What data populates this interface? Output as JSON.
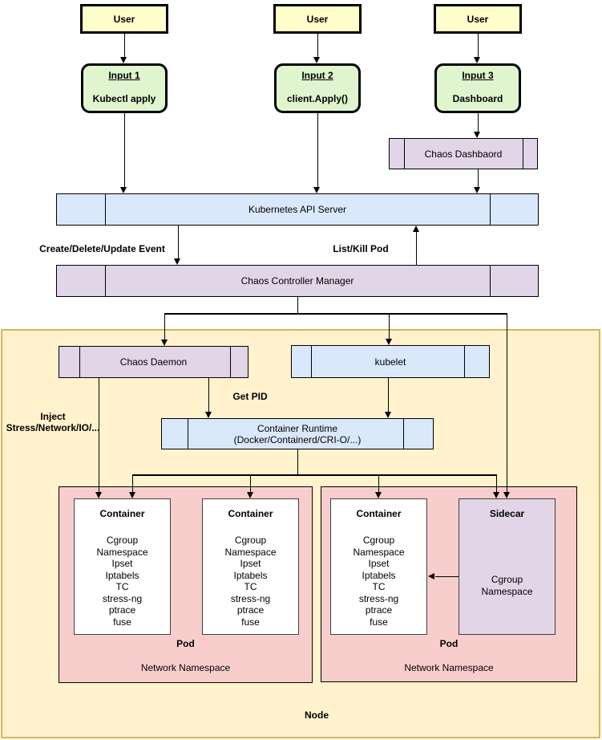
{
  "users": [
    "User",
    "User",
    "User"
  ],
  "inputs": [
    {
      "title": "Input 1",
      "subtitle": "Kubectl apply"
    },
    {
      "title": "Input 2",
      "subtitle": "client.Apply()"
    },
    {
      "title": "Input 3",
      "subtitle": "Dashboard"
    }
  ],
  "nodes": {
    "chaos_dashboard": "Chaos Dashbaord",
    "api_server": "Kubernetes API Server",
    "controller_manager": "Chaos Controller Manager",
    "chaos_daemon": "Chaos Daemon",
    "kubelet": "kubelet",
    "container_runtime_line1": "Container Runtime",
    "container_runtime_line2": "(Docker/Containerd/CRI-O/...)",
    "container_title": "Container",
    "container_items": [
      "Cgroup",
      "Namespace",
      "Ipset",
      "Iptabels",
      "TC",
      "stress-ng",
      "ptrace",
      "fuse"
    ],
    "sidecar_title": "Sidecar",
    "sidecar_items": [
      "Cgroup",
      "Namespace"
    ]
  },
  "edge_labels": {
    "create_delete_update": "Create/Delete/Update Event",
    "list_kill_pod": "List/Kill Pod",
    "get_pid": "Get PID",
    "inject_line1": "Inject",
    "inject_line2": "Stress/Network/IO/..."
  },
  "group_labels": {
    "pod": "Pod",
    "network_namespace": "Network Namespace",
    "node": "Node"
  },
  "colors": {
    "user_fill": "#FFFFCC",
    "input_fill": "#DFF5CE",
    "blue_fill": "#DAE8FC",
    "purple_fill": "#E1D5E7",
    "pink_fill": "#F8CECC",
    "node_fill": "#FFF2CC",
    "node_border": "#D6B656",
    "container_fill": "#FFFFFF",
    "line_color": "#000000"
  }
}
